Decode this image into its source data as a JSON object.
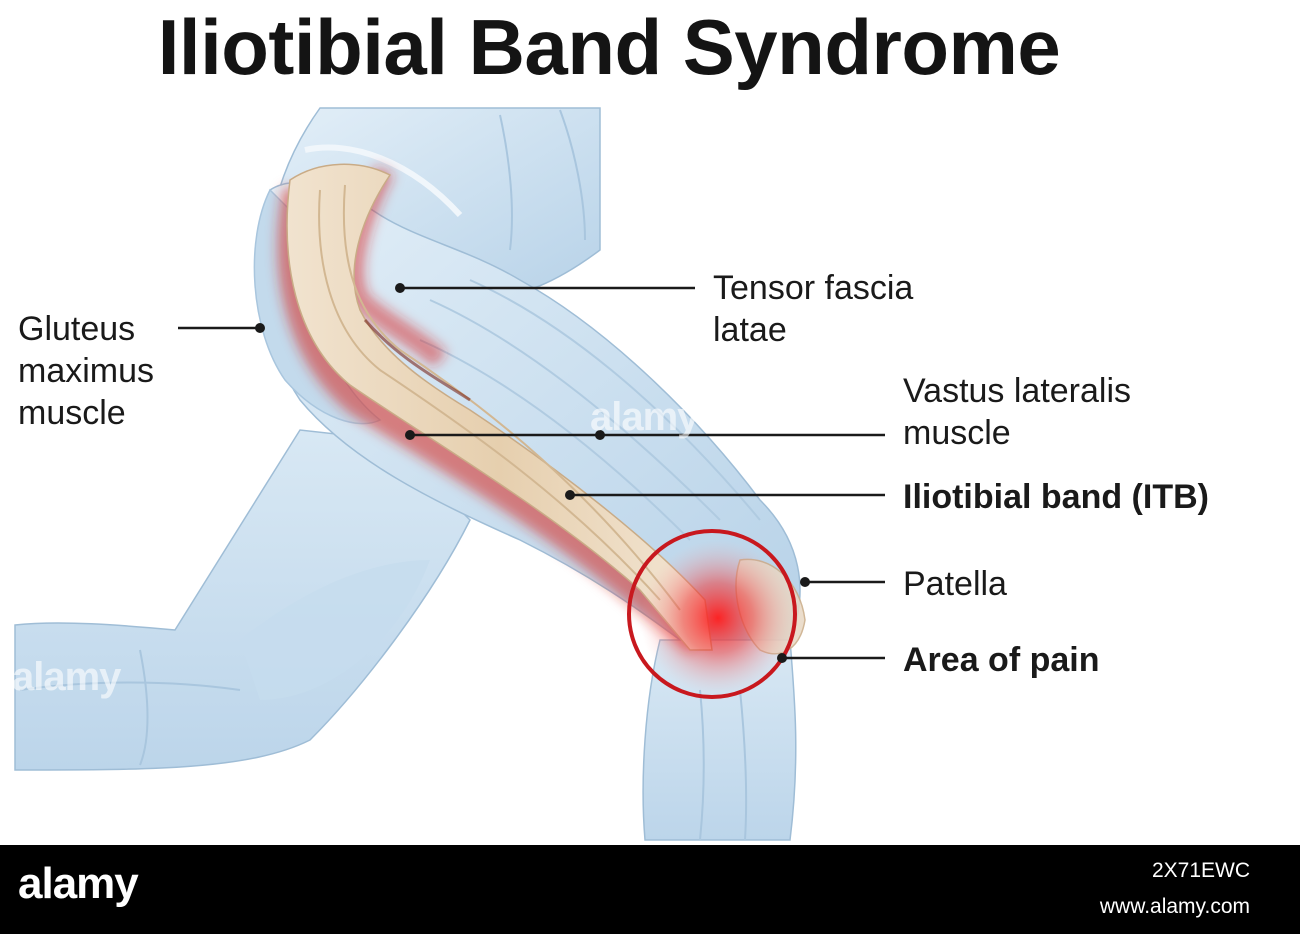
{
  "title": "Iliotibial Band Syndrome",
  "labels": {
    "gluteus": "Gluteus\nmaximus\nmuscle",
    "tensor": "Tensor fascia\nlatae",
    "vastus": "Vastus lateralis\nmuscle",
    "itb": "Iliotibial band (ITB)",
    "patella": "Patella",
    "pain": "Area of pain"
  },
  "colors": {
    "muscle": "#cfe3f1",
    "tendon": "#ead7bd",
    "inflammation": "#d7261e",
    "pain_circle": "#c8181e",
    "leader": "#1a1a1a",
    "footer": "#000000"
  },
  "watermark": "alamy",
  "footer": {
    "logo": "alamy",
    "image_id": "2X71EWC",
    "url": "www.alamy.com"
  }
}
